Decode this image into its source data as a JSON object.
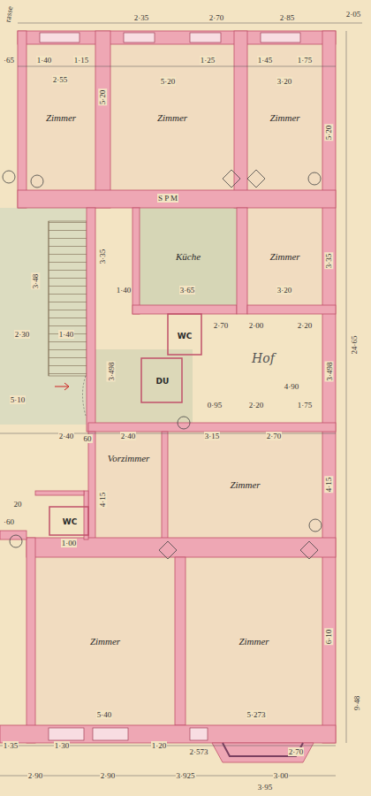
{
  "diagram": {
    "nodes": [
      {
        "text": [
          "Zimmer"
        ]
      },
      {
        "text": [
          "Zimmer"
        ]
      },
      {
        "text": [
          "Zimmer"
        ]
      },
      {
        "text": [
          "Küche"
        ]
      },
      {
        "text": [
          "Zimmer"
        ]
      },
      {
        "text": [
          "WC"
        ]
      },
      {
        "text": [
          "DU"
        ]
      },
      {
        "text": [
          "Vorzimmer"
        ]
      },
      {
        "text": [
          "Zimmer"
        ]
      },
      {
        "text": [
          "WC"
        ]
      },
      {
        "text": [
          "Zimmer"
        ]
      },
      {
        "text": [
          "Zimmer"
        ]
      }
    ],
    "labels": [
      "rasse",
      "2·35",
      "2·70",
      "2·85",
      "2·05",
      "·65",
      "1·40",
      "1·15",
      "1·25",
      "1·45",
      "1·75",
      "2·55",
      "5·20",
      "3·20",
      "5·20",
      "5·20",
      "S P M",
      "3·35",
      "1·40",
      "3·65",
      "3·20",
      "3·35",
      "2·30",
      "1·40",
      "3·48",
      "2·70",
      "2·00",
      "2·20",
      "3·498",
      "3·498",
      "4·90",
      "0·95",
      "2·20",
      "1·75",
      "5·10",
      "2·40",
      "60",
      "2·40",
      "3·15",
      "2·70",
      "4·15",
      "4·15",
      "20",
      "·60",
      "1·00",
      "5·40",
      "5·273",
      "6·10",
      "1·35",
      "1·30",
      "1·20",
      "2·573",
      "2·70",
      "2·90",
      "2·90",
      "3·925",
      "3·00",
      "3·95",
      "24·65",
      "9·48",
      "Hof"
    ]
  }
}
